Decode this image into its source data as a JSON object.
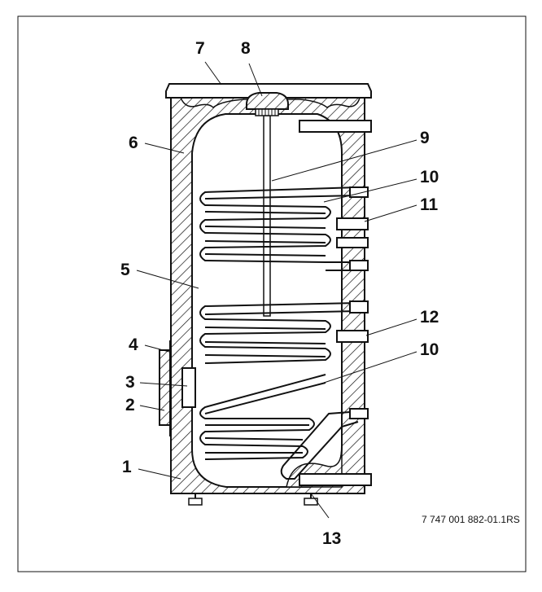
{
  "diagram": {
    "labels": {
      "l1": "1",
      "l2": "2",
      "l3": "3",
      "l4": "4",
      "l5": "5",
      "l6": "6",
      "l7": "7",
      "l8": "8",
      "l9": "9",
      "l10a": "10",
      "l10b": "10",
      "l11": "11",
      "l12": "12",
      "l13": "13"
    },
    "reference": "7 747 001 882-01.1RS"
  }
}
